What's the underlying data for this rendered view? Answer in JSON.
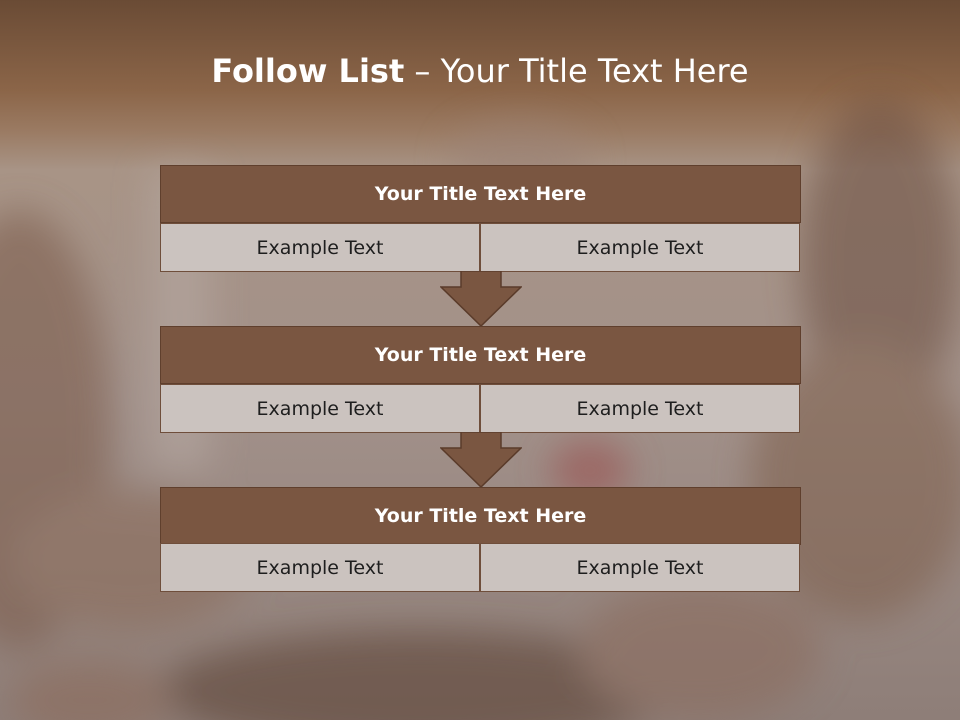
{
  "slide": {
    "title_bold": "Follow List",
    "title_rest": " – Your Title Text Here"
  },
  "rows": [
    {
      "header": "Your Title Text Here",
      "left": "Example Text",
      "right": "Example Text"
    },
    {
      "header": "Your Title Text Here",
      "left": "Example Text",
      "right": "Example Text"
    },
    {
      "header": "Your Title Text Here",
      "left": "Example Text",
      "right": "Example Text"
    }
  ],
  "colors": {
    "header_fill": "#7a5641",
    "cell_fill": "#cbc3bf",
    "title_text": "#ffffff"
  }
}
